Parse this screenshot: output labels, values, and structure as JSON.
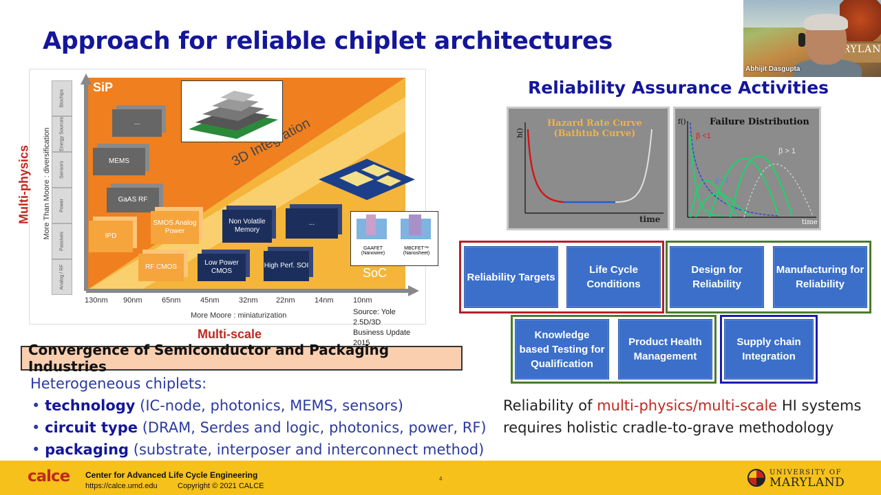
{
  "slide": {
    "title": "Approach for reliable chiplet architectures",
    "page_number": "4"
  },
  "webcam": {
    "participant_name": "Abhijit Dasgupta",
    "background_text": "MARYLAND"
  },
  "diagram": {
    "y_axis_title": "More Than Moore : diversification",
    "y_stack": [
      "Analog / RF",
      "Passives",
      "Power",
      "Sensors",
      "Energy Sources",
      "Biochips"
    ],
    "sip_label": "SiP",
    "soc_label": "SoC",
    "integration_label": "3D Integration",
    "boxes": {
      "ellipsis_top": "...",
      "mems": "MEMS",
      "gaas_rf": "GaAS RF",
      "ipd": "IPD",
      "smos": "SMOS Analog Power",
      "rf_cmos": "RF CMOS",
      "non_volatile": "Non Volatile Memory",
      "ellipsis_mid": "...",
      "low_power": "Low Power CMOS",
      "high_perf": "High Perf. SOI"
    },
    "transistor_labels": {
      "gaafet": "GAAFET",
      "gaafet_sub": "(Nanowire)",
      "mbcfet": "MBCFET™",
      "mbcfet_sub": "(Nanosheet)"
    },
    "x_ticks": [
      "130nm",
      "90nm",
      "65nm",
      "45nm",
      "32nm",
      "22nm",
      "14nm",
      "10nm"
    ],
    "x_axis_title": "More Moore : miniaturization",
    "source_line1": "Source: Yole  2.5D/3D",
    "source_line2": "Business Update 2015"
  },
  "labels": {
    "multi_physics": "Multi-physics",
    "multi_scale": "Multi-scale"
  },
  "convergence": "Convergence of Semiconductor and Packaging Industries",
  "heterogeneous": {
    "intro": "Heterogeneous chiplets:",
    "items": [
      {
        "term": "technology",
        "detail": " (IC-node, photonics, MEMS, sensors)"
      },
      {
        "term": "circuit type",
        "detail": " (DRAM, Serdes and logic, photonics, power, RF)"
      },
      {
        "term": "packaging",
        "detail": " (substrate, interposer and interconnect method)"
      }
    ]
  },
  "reliability": {
    "title": "Reliability Assurance Activities",
    "hazard_chart": {
      "title_line1": "Hazard Rate Curve",
      "title_line2": "(Bathtub Curve)",
      "ylabel": "h()",
      "xlabel": "time"
    },
    "failure_chart": {
      "title": "Failure Distribution",
      "ylabel": "f()",
      "xlabel": "time",
      "beta_lt": "β <1",
      "beta_eq": "β =1",
      "beta_gt": "β > 1"
    },
    "activities": [
      "Reliability Targets",
      "Life Cycle Conditions",
      "Design for Reliability",
      "Manufacturing for Reliability",
      "Knowledge based Testing for Qualification",
      "Product Health Management",
      "Supply chain Integration"
    ],
    "group_colors": {
      "red": "#b3202b",
      "green": "#4a7a2e",
      "blue": "#1a1ab0"
    }
  },
  "summary": {
    "pre": "Reliability of ",
    "highlight": "multi-physics/multi-scale",
    "post": " HI systems requires holistic cradle-to-grave methodology"
  },
  "footer": {
    "logo": "calce",
    "center_name": "Center for Advanced Life Cycle Engineering",
    "url": "https://calce.umd.edu",
    "copyright": "Copyright © 2021 CALCE",
    "univ_line": "UNIVERSITY OF",
    "univ_name": "MARYLAND"
  }
}
